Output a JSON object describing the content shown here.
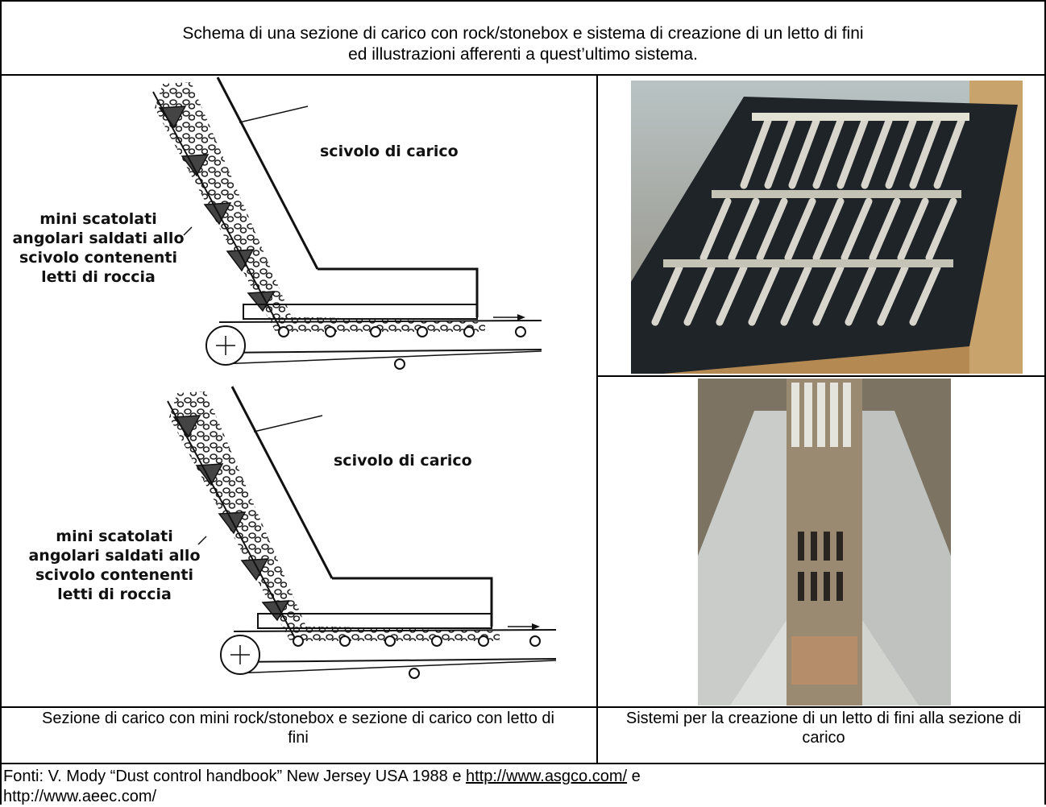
{
  "title": {
    "line1": "Schema di una sezione di carico con rock/stonebox e sistema di creazione di un letto di fini",
    "line2": "ed illustrazioni afferenti a quest’ultimo sistema."
  },
  "diagram": {
    "top": {
      "label_chute": "scivolo di carico",
      "label_boxes": [
        "mini scatolati",
        "angolari saldati allo",
        "scivolo contenenti",
        "letti di roccia"
      ]
    },
    "bottom": {
      "label_chute": "scivolo di carico",
      "label_boxes": [
        "mini scatolati",
        "angolari saldati allo",
        "scivolo contenenti",
        "letti di roccia"
      ]
    }
  },
  "captions": {
    "left": "Sezione di carico con mini rock/stonebox e sezione di carico con letto di fini",
    "right": "Sistemi per la creazione di un letto di fini alla sezione di carico"
  },
  "sources": {
    "prefix": "Fonti: V. Mody “Dust control handbook” New Jersey USA 1988 e ",
    "link1": "http://www.asgco.com/",
    "middle": " e",
    "link2": "http://www.aeec.com/"
  }
}
